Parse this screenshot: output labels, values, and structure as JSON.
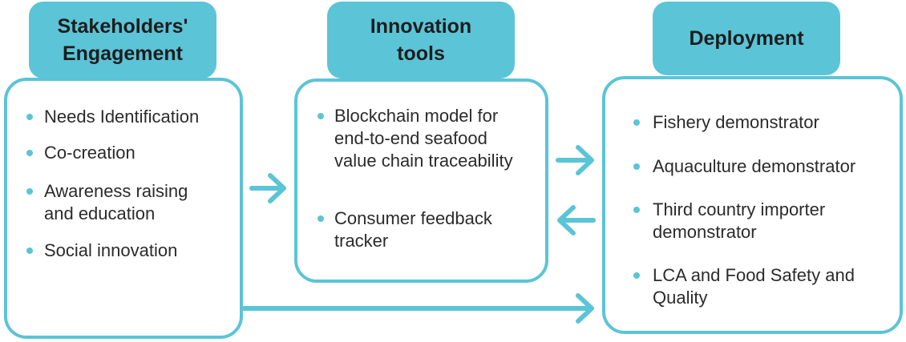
{
  "colors": {
    "accent": "#5bc4d7",
    "text": "#2b2b2b"
  },
  "columns": [
    {
      "title": "Stakeholders'\nEngagement",
      "items": [
        "Needs Identification",
        "Co-creation",
        "Awareness raising\nand education",
        "Social innovation"
      ]
    },
    {
      "title": "Innovation\ntools",
      "items": [
        "Blockchain model for\nend-to-end seafood\nvalue chain traceability",
        "Consumer feedback\ntracker"
      ]
    },
    {
      "title": "Deployment",
      "items": [
        "Fishery demonstrator",
        "Aquaculture demonstrator",
        "Third country importer\ndemonstrator",
        "LCA and Food Safety and\nQuality"
      ]
    }
  ]
}
